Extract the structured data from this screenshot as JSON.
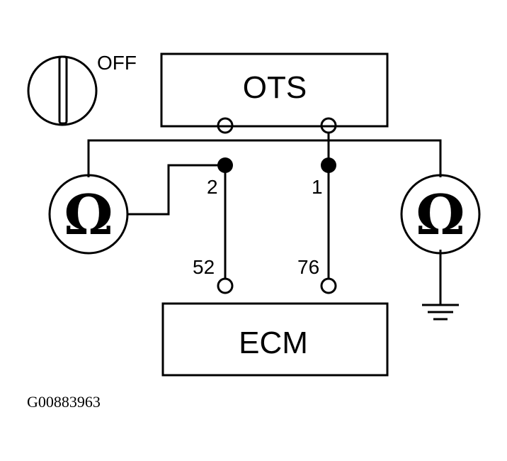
{
  "ignition_switch": {
    "position_label": "OFF"
  },
  "components": {
    "ots": {
      "label": "OTS"
    },
    "ecm": {
      "label": "ECM"
    }
  },
  "meters": {
    "left": {
      "symbol": "Ω"
    },
    "right": {
      "symbol": "Ω"
    }
  },
  "pins": {
    "ots_pin_2": "2",
    "ots_pin_1": "1",
    "ecm_pin_52": "52",
    "ecm_pin_76": "76"
  },
  "figure_code": "G00883963"
}
